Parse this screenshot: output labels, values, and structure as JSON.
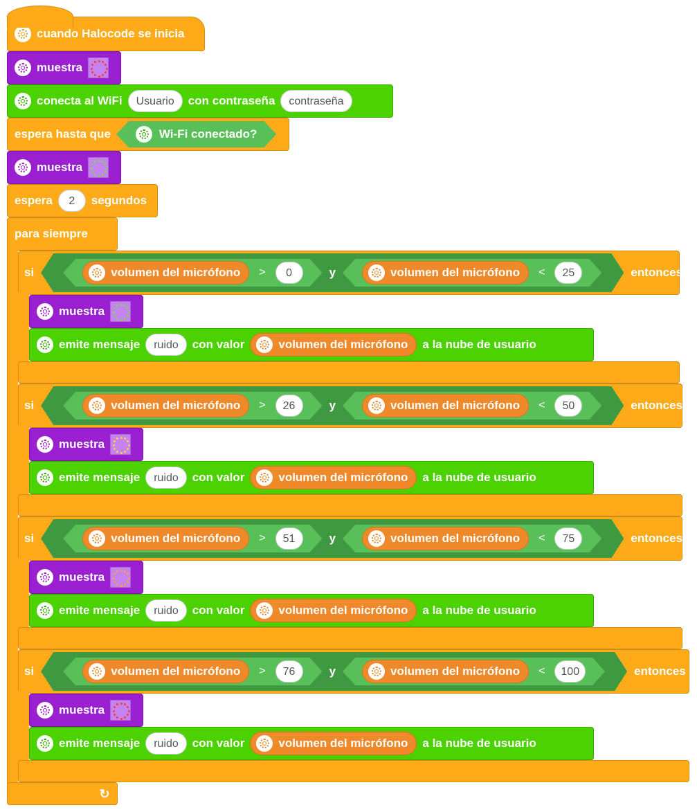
{
  "hat": {
    "label": "cuando Halocode se inicia"
  },
  "show1": {
    "label": "muestra"
  },
  "wifi": {
    "label": "conecta al WiFi",
    "ssid": "Usuario",
    "pass_label": "con contraseña",
    "pass": "contraseña"
  },
  "wait_until": {
    "label": "espera hasta que",
    "cond": "Wi-Fi conectado?"
  },
  "show2": {
    "label": "muestra"
  },
  "wait": {
    "label": "espera",
    "value": "2",
    "unit": "segundos"
  },
  "forever": {
    "label": "para siempre"
  },
  "ifs": [
    {
      "si": "si",
      "mic1": "volumen del micrófono",
      "gt": ">",
      "v1": "0",
      "and": "y",
      "mic2": "volumen del micrófono",
      "lt": "<",
      "v2": "25",
      "then": "entonces",
      "show": "muestra",
      "emit": "emite mensaje",
      "msg": "ruido",
      "with": "con valor",
      "mic3": "volumen del micrófono",
      "cloud": "a la nube de usuario"
    },
    {
      "si": "si",
      "mic1": "volumen del micrófono",
      "gt": ">",
      "v1": "26",
      "and": "y",
      "mic2": "volumen del micrófono",
      "lt": "<",
      "v2": "50",
      "then": "entonces",
      "show": "muestra",
      "emit": "emite mensaje",
      "msg": "ruido",
      "with": "con valor",
      "mic3": "volumen del micrófono",
      "cloud": "a la nube de usuario"
    },
    {
      "si": "si",
      "mic1": "volumen del micrófono",
      "gt": ">",
      "v1": "51",
      "and": "y",
      "mic2": "volumen del micrófono",
      "lt": "<",
      "v2": "75",
      "then": "entonces",
      "show": "muestra",
      "emit": "emite mensaje",
      "msg": "ruido",
      "with": "con valor",
      "mic3": "volumen del micrófono",
      "cloud": "a la nube de usuario"
    },
    {
      "si": "si",
      "mic1": "volumen del micrófono",
      "gt": ">",
      "v1": "76",
      "and": "y",
      "mic2": "volumen del micrófono",
      "lt": "<",
      "v2": "100",
      "then": "entonces",
      "show": "muestra",
      "emit": "emite mensaje",
      "msg": "ruido",
      "with": "con valor",
      "mic3": "volumen del micrófono",
      "cloud": "a la nube de usuario"
    }
  ],
  "colors": {
    "events": "#ffab19",
    "looks": "#9a1fd0",
    "wifi": "#4cd200",
    "operators": "#59c059",
    "sensing": "#f0892a",
    "led_grid": "#c583f2"
  },
  "led_colors": [
    "#ff3b3b",
    "#7bd94a",
    "#7bd94a",
    "#ffd23b",
    "#ff9f2b",
    "#ff3b3b"
  ]
}
